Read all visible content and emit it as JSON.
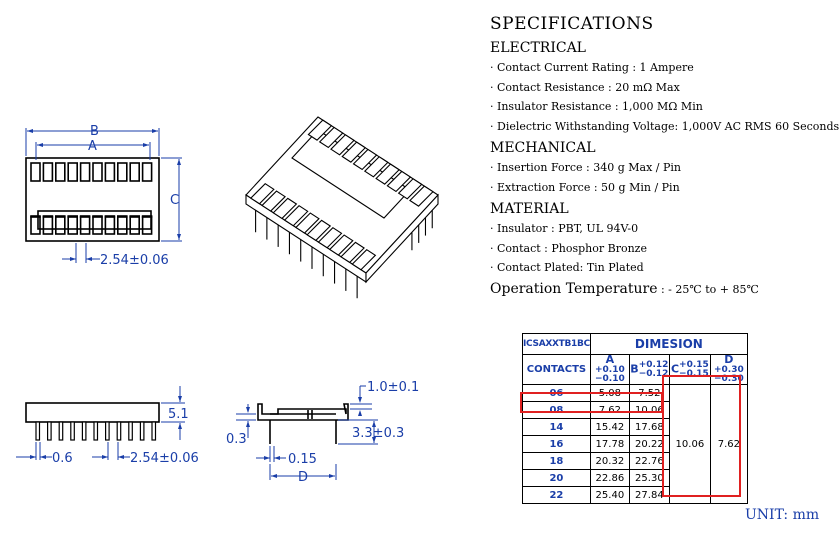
{
  "specifications": {
    "title": "SPECIFICATIONS",
    "electrical": {
      "heading": "ELECTRICAL",
      "items": [
        "· Contact Current Rating  : 1 Ampere",
        "· Contact Resistance  :  20 mΩ Max",
        "· Insulator Resistance  :  1,000 MΩ Min",
        "· Dielectric Withstanding Voltage:  1,000V AC RMS 60 Seconds"
      ]
    },
    "mechanical": {
      "heading": "MECHANICAL",
      "items": [
        "· Insertion Force  :  340 g Max / Pin",
        "· Extraction Force  :  50 g Min / Pin"
      ]
    },
    "material": {
      "heading": "MATERIAL",
      "items": [
        "· Insulator  :  PBT, UL 94V-0",
        "· Contact  :  Phosphor Bronze",
        "· Contact  Plated:  Tin Plated"
      ]
    },
    "operation": {
      "label": "Operation Temperature",
      "value": " :  - 25℃  to + 85℃"
    }
  },
  "dimensions": {
    "top_view": {
      "b": "B",
      "a": "A",
      "c": "C",
      "pitch": "2.54±0.06"
    },
    "side_view": {
      "height": "5.1",
      "pin": "0.6",
      "pitch": "2.54±0.06"
    },
    "end_view": {
      "top": "1.0±0.1",
      "left": "0.3",
      "lead": "3.3±0.3",
      "offset": "0.15",
      "d": "D"
    }
  },
  "table": {
    "part_number": "ICSAXXTB1BC",
    "dimension_label": "DIMESION",
    "contacts_label": "CONTACTS",
    "col_a": "A",
    "col_a_tol": [
      "+0.10",
      "−0.10"
    ],
    "col_b": "B",
    "col_b_tol": [
      "+0.12",
      "−0.12"
    ],
    "col_c": "C",
    "col_c_tol": [
      "+0.15",
      "−0.15"
    ],
    "col_d": "D",
    "col_d_tol": [
      "+0.30",
      "−0.30"
    ],
    "rows": [
      {
        "contacts": "06",
        "a": "5.08",
        "b": "7.52"
      },
      {
        "contacts": "08",
        "a": "7.62",
        "b": "10.06"
      },
      {
        "contacts": "14",
        "a": "15.42",
        "b": "17.68"
      },
      {
        "contacts": "16",
        "a": "17.78",
        "b": "20.22"
      },
      {
        "contacts": "18",
        "a": "20.32",
        "b": "22.76"
      },
      {
        "contacts": "20",
        "a": "22.86",
        "b": "25.30"
      },
      {
        "contacts": "22",
        "a": "25.40",
        "b": "27.84"
      }
    ],
    "c_value": "10.06",
    "d_value": "7.62"
  },
  "unit": "UNIT:  mm"
}
